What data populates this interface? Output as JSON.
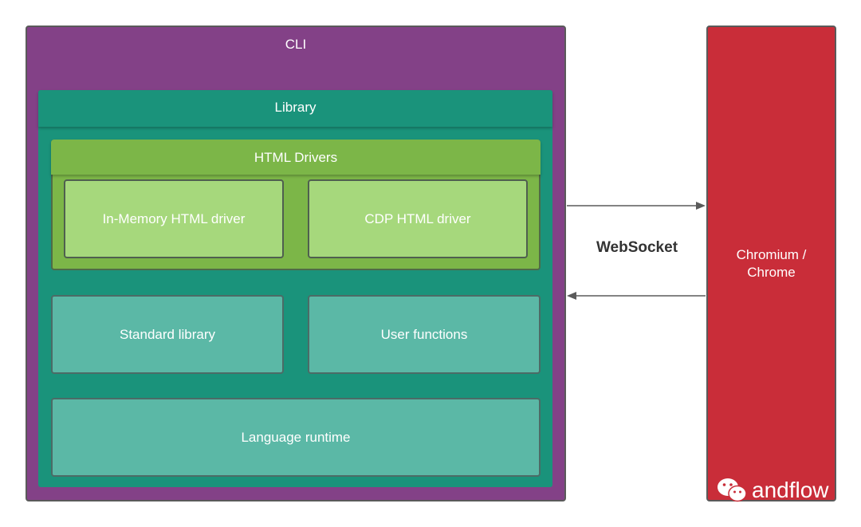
{
  "diagram": {
    "cli_label": "CLI",
    "library_label": "Library",
    "html_drivers_label": "HTML Drivers",
    "in_memory_driver_label": "In-Memory HTML driver",
    "cdp_driver_label": "CDP HTML driver",
    "standard_library_label": "Standard library",
    "user_functions_label": "User functions",
    "language_runtime_label": "Language runtime",
    "browser_label": "Chromium /\nChrome",
    "connection_label": "WebSocket",
    "watermark_text": "andflow"
  },
  "colors": {
    "cli": "#834187",
    "library": "#1a937b",
    "html_drivers": "#7cb648",
    "driver_boxes": "#a6d87c",
    "teal_boxes": "#5bb8a6",
    "browser": "#c92d39"
  },
  "icons": {
    "watermark": "wechat-icon"
  }
}
